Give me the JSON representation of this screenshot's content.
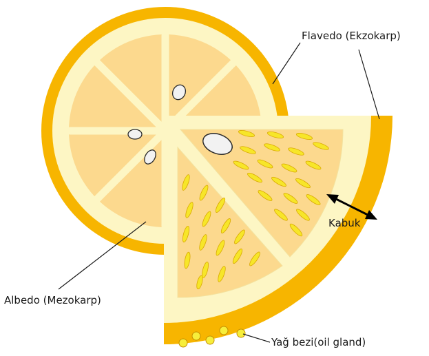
{
  "labels": {
    "flavedo": "Flavedo (Ekzokarp)",
    "albedo": "Albedo (Mezokarp)",
    "kabuk": "Kabuk",
    "oil_gland": "Yağ bezi(oil gland)"
  },
  "colors": {
    "flavedo": "#F7B500",
    "albedo": "#FDF6C4",
    "pulp": "#FCD98E",
    "segment_line": "#FDF6C4",
    "juice_vesicle": "#F7E629",
    "oil_gland": "#F7EE3B",
    "seed": "#F2F2F2",
    "leader_line": "#1a1a1a"
  }
}
